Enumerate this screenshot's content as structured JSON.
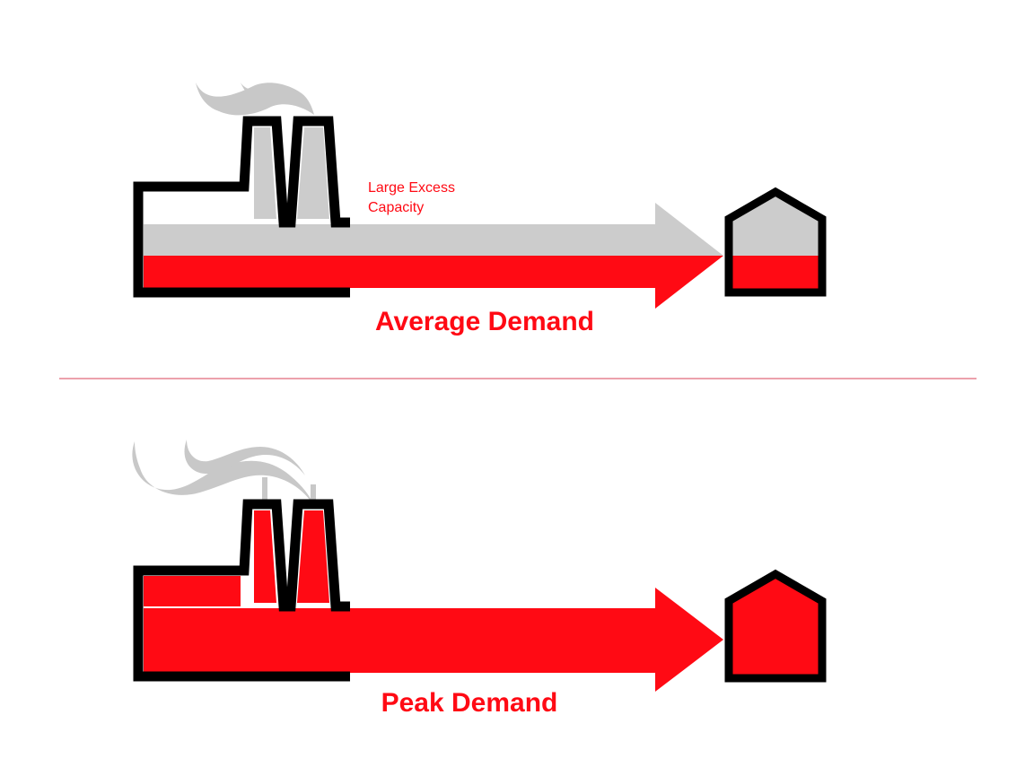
{
  "top_panel": {
    "excess_label_line1": "Large Excess",
    "excess_label_line2": "Capacity",
    "demand_label": "Average Demand",
    "demand_fill_fraction": 0.43
  },
  "divider": {},
  "bottom_panel": {
    "demand_label": "Peak Demand",
    "demand_fill_fraction": 1.0
  },
  "colors": {
    "demand_red": "#ff0a14",
    "capacity_gray": "#cccccc",
    "smoke_gray": "#c8c8c8",
    "outline_black": "#000000",
    "divider_line": "#d9435a"
  }
}
